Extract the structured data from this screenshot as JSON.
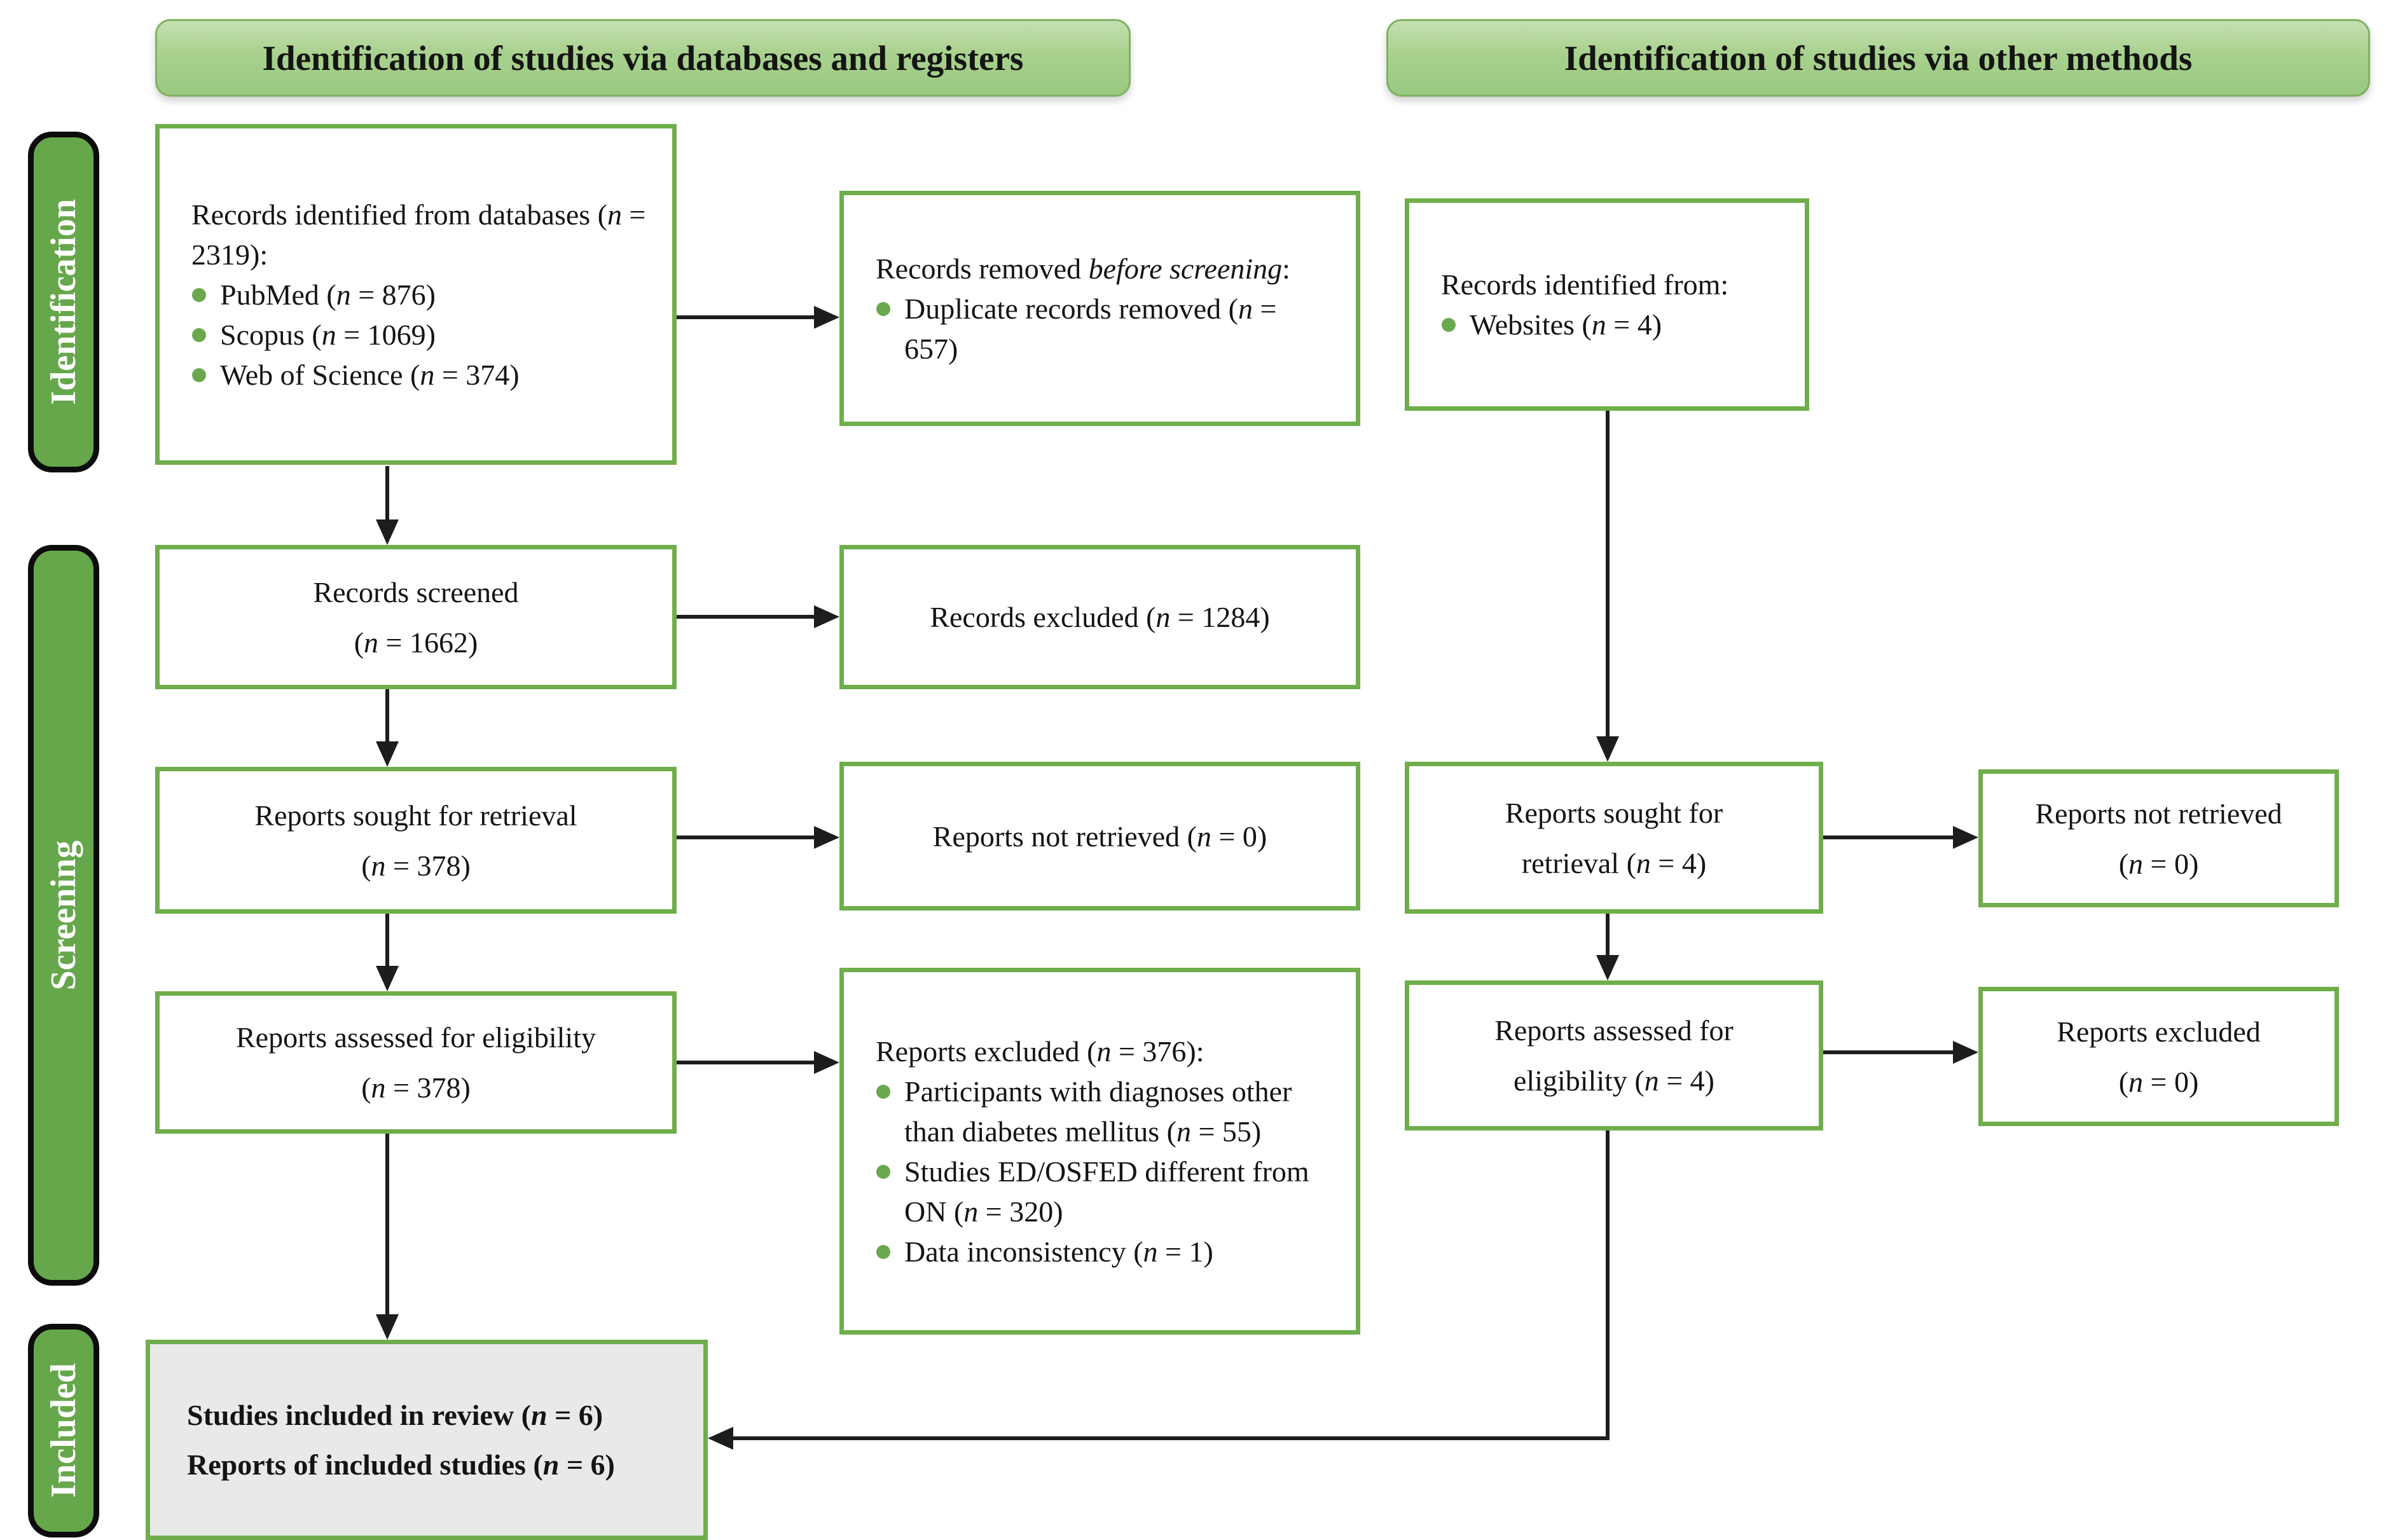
{
  "headers": {
    "databases": "Identification of studies via databases and registers",
    "other": "Identification of studies via other methods"
  },
  "sidebar": {
    "identification": "Identification",
    "screening": "Screening",
    "included": "Included"
  },
  "colors": {
    "box_border_green": "#6fae4b",
    "sidebar_green": "#67a74b",
    "header_green": "#a9d18e",
    "bullet_green": "#6aa84f",
    "included_box_fill": "#e9e9e9",
    "arrow_black": "#1d1d1d",
    "text_black": "#141414"
  },
  "boxes": {
    "db_identified": {
      "title": [
        {
          "t": "Records identified from databases ("
        },
        {
          "t": "n",
          "i": true
        },
        {
          "t": " = 2319):"
        }
      ],
      "bullets": [
        [
          {
            "t": "PubMed ("
          },
          {
            "t": "n",
            "i": true
          },
          {
            "t": " = 876)"
          }
        ],
        [
          {
            "t": "Scopus ("
          },
          {
            "t": "n",
            "i": true
          },
          {
            "t": " = 1069)"
          }
        ],
        [
          {
            "t": "Web of Science ("
          },
          {
            "t": "n",
            "i": true
          },
          {
            "t": " = 374)"
          }
        ]
      ]
    },
    "removed_before": {
      "title": [
        {
          "t": "Records removed "
        },
        {
          "t": "before screening",
          "i": true
        },
        {
          "t": ":"
        }
      ],
      "bullets": [
        [
          {
            "t": "Duplicate records removed ("
          },
          {
            "t": "n",
            "i": true
          },
          {
            "t": " = 657)"
          }
        ]
      ]
    },
    "other_identified": {
      "title": [
        {
          "t": "Records identified from:"
        }
      ],
      "bullets": [
        [
          {
            "t": "Websites ("
          },
          {
            "t": "n",
            "i": true
          },
          {
            "t": " = 4)"
          }
        ]
      ]
    },
    "records_screened": {
      "lines": [
        [
          {
            "t": "Records screened"
          }
        ],
        [
          {
            "t": "("
          },
          {
            "t": "n",
            "i": true
          },
          {
            "t": " = 1662)"
          }
        ]
      ]
    },
    "records_excluded": {
      "lines": [
        [
          {
            "t": "Records excluded ("
          },
          {
            "t": "n",
            "i": true
          },
          {
            "t": " = 1284)"
          }
        ]
      ]
    },
    "reports_sought_db": {
      "lines": [
        [
          {
            "t": "Reports sought for retrieval"
          }
        ],
        [
          {
            "t": "("
          },
          {
            "t": "n",
            "i": true
          },
          {
            "t": " = 378)"
          }
        ]
      ]
    },
    "not_retrieved_db": {
      "lines": [
        [
          {
            "t": "Reports not retrieved ("
          },
          {
            "t": "n",
            "i": true
          },
          {
            "t": " = 0)"
          }
        ]
      ]
    },
    "reports_assessed_db": {
      "lines": [
        [
          {
            "t": "Reports assessed for eligibility"
          }
        ],
        [
          {
            "t": "("
          },
          {
            "t": "n",
            "i": true
          },
          {
            "t": " = 378)"
          }
        ]
      ]
    },
    "reports_excluded_db": {
      "title": [
        {
          "t": "Reports excluded ("
        },
        {
          "t": "n",
          "i": true
        },
        {
          "t": " = 376):"
        }
      ],
      "bullets": [
        [
          {
            "t": "Participants with diagnoses other than diabetes mellitus ("
          },
          {
            "t": "n",
            "i": true
          },
          {
            "t": " = 55)"
          }
        ],
        [
          {
            "t": "Studies ED/OSFED different from ON ("
          },
          {
            "t": "n",
            "i": true
          },
          {
            "t": " = 320)"
          }
        ],
        [
          {
            "t": "Data inconsistency ("
          },
          {
            "t": "n",
            "i": true
          },
          {
            "t": " = 1)"
          }
        ]
      ]
    },
    "reports_sought_other": {
      "lines": [
        [
          {
            "t": "Reports sought for"
          }
        ],
        [
          {
            "t": "retrieval ("
          },
          {
            "t": "n",
            "i": true
          },
          {
            "t": " = 4)"
          }
        ]
      ]
    },
    "not_retrieved_other": {
      "lines": [
        [
          {
            "t": "Reports not retrieved"
          }
        ],
        [
          {
            "t": "("
          },
          {
            "t": "n",
            "i": true
          },
          {
            "t": " = 0)"
          }
        ]
      ]
    },
    "reports_assessed_other": {
      "lines": [
        [
          {
            "t": "Reports assessed for"
          }
        ],
        [
          {
            "t": "eligibility ("
          },
          {
            "t": "n",
            "i": true
          },
          {
            "t": " = 4)"
          }
        ]
      ]
    },
    "reports_excluded_other": {
      "lines": [
        [
          {
            "t": "Reports excluded"
          }
        ],
        [
          {
            "t": "("
          },
          {
            "t": "n",
            "i": true
          },
          {
            "t": " = 0)"
          }
        ]
      ]
    },
    "included_studies": {
      "lines": [
        [
          {
            "t": "Studies included in review ("
          },
          {
            "t": "n",
            "i": true
          },
          {
            "t": " = 6)"
          }
        ],
        [
          {
            "t": "Reports of included studies ("
          },
          {
            "t": "n",
            "i": true
          },
          {
            "t": " = 6)"
          }
        ]
      ]
    }
  }
}
